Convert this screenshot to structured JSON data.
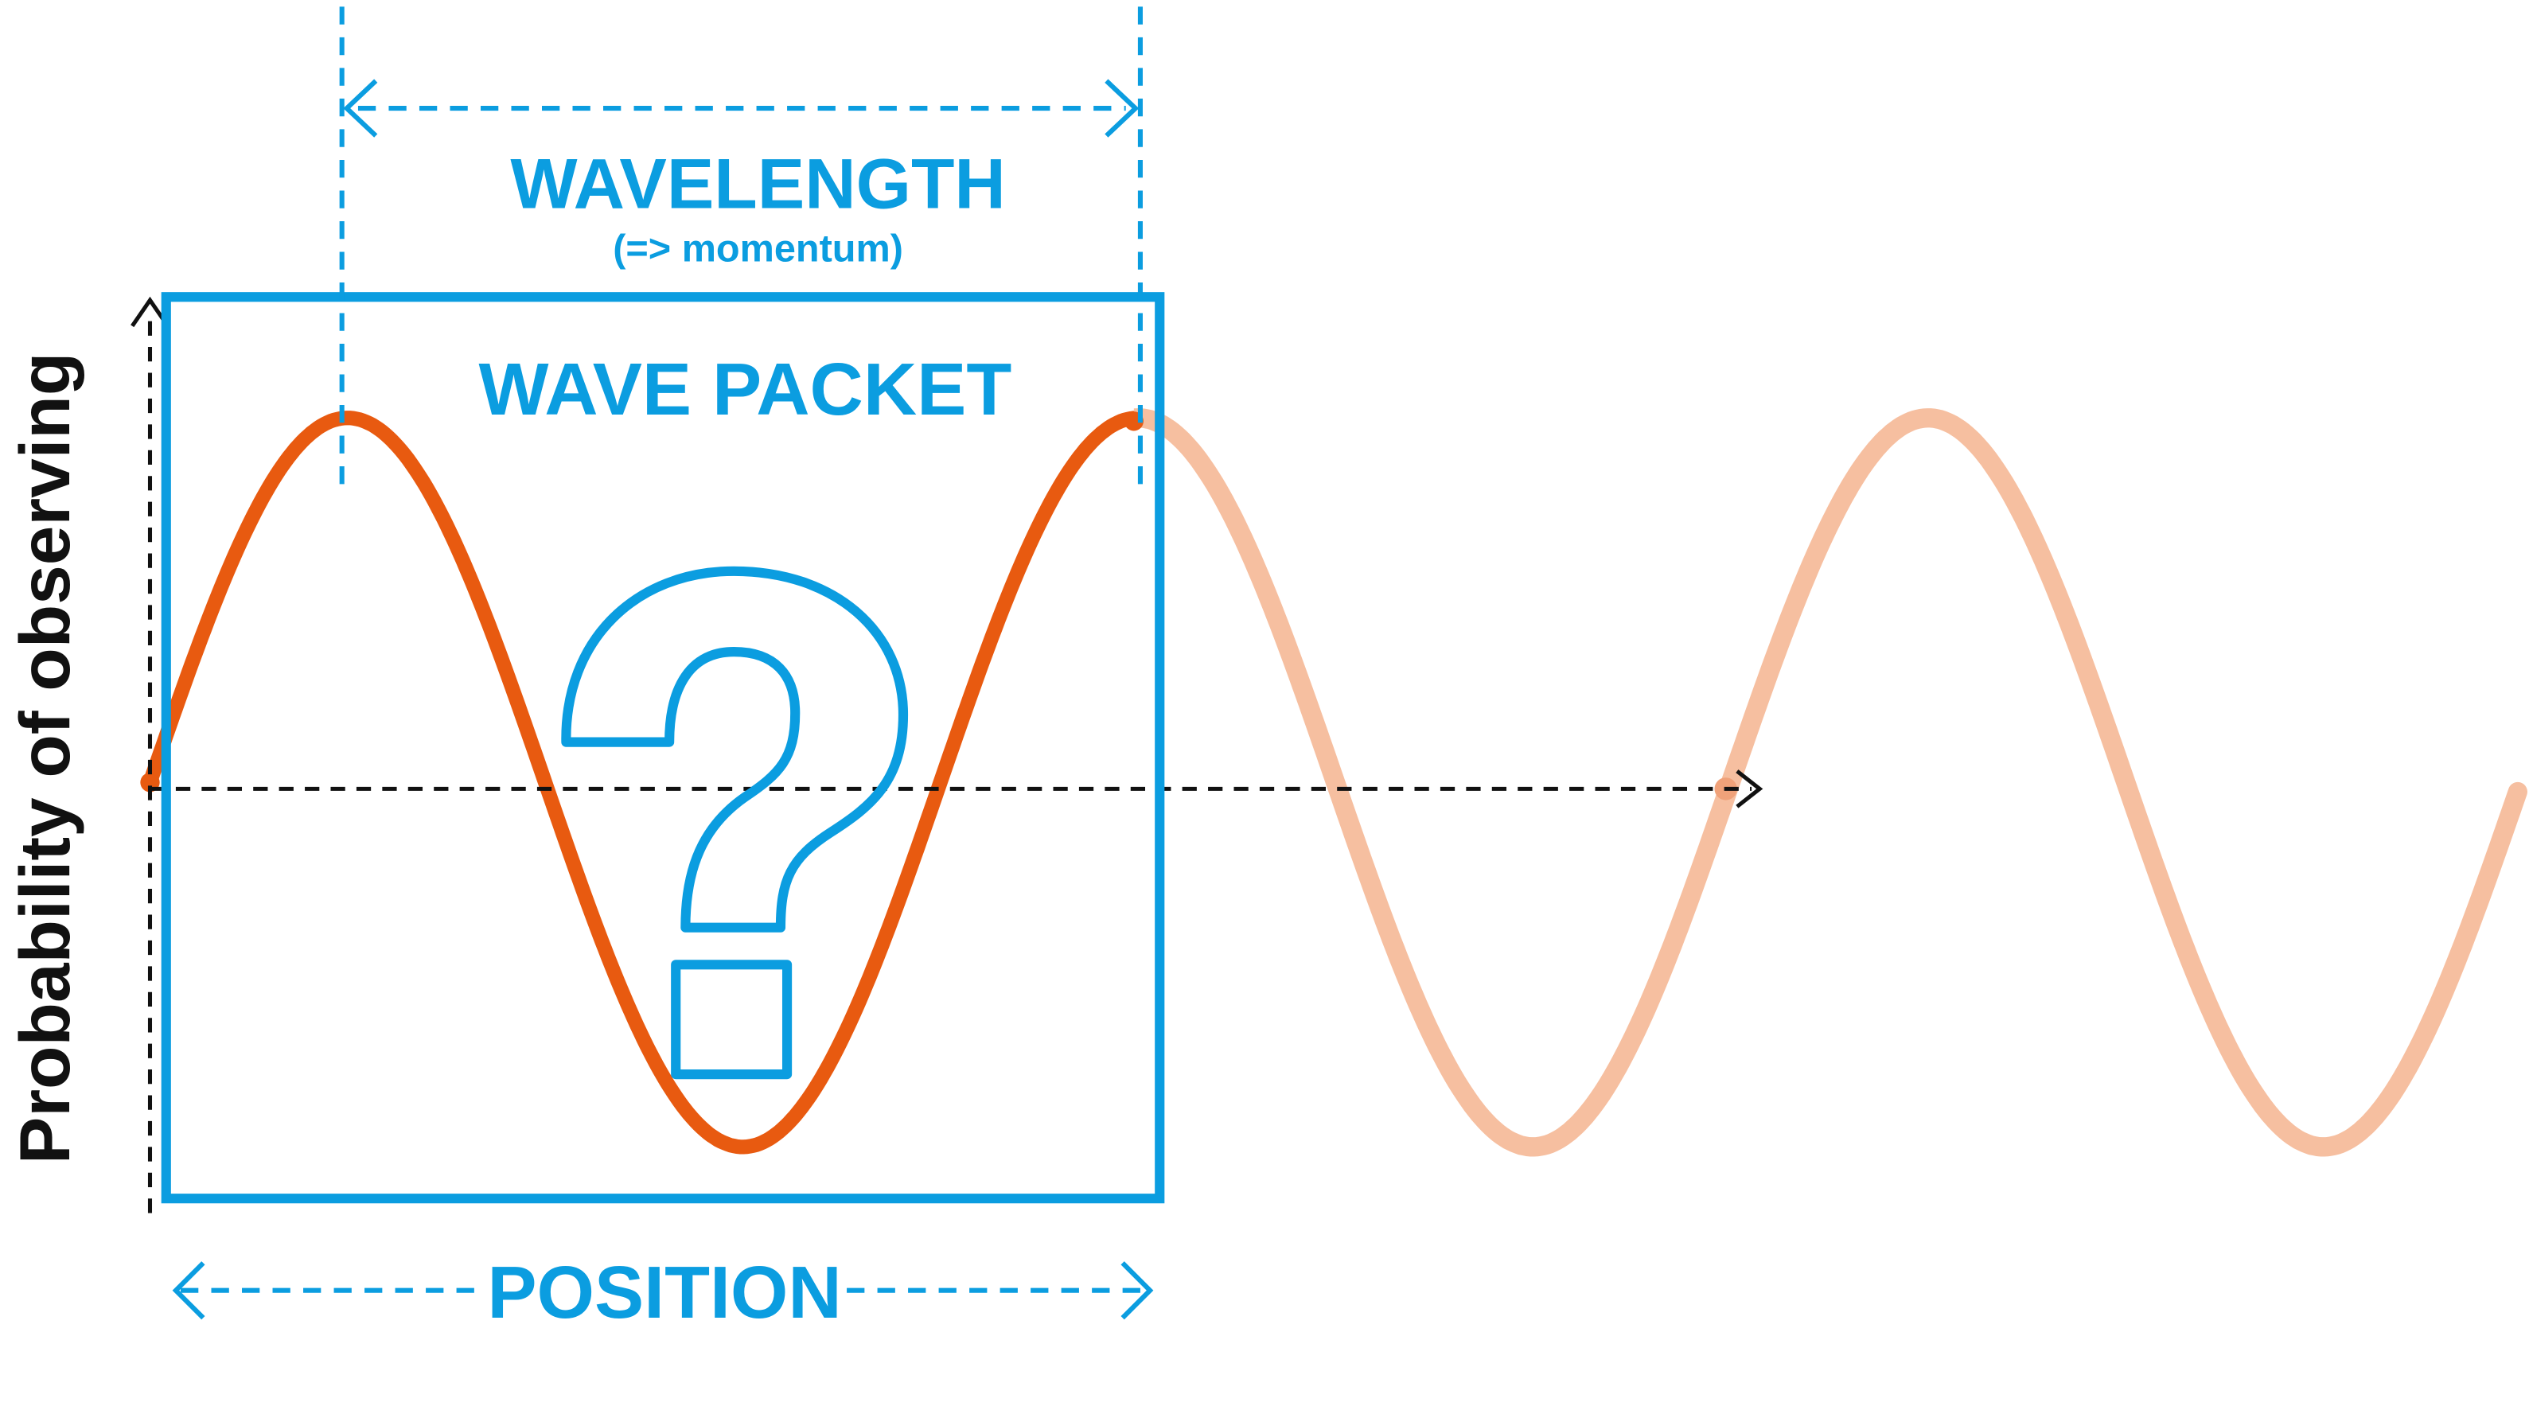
{
  "y_axis_label": "Probability of observing",
  "wavelength_label": "WAVELENGTH",
  "wavelength_sublabel": "(=> momentum)",
  "wave_packet_label": "WAVE PACKET",
  "position_label": "POSITION",
  "colors": {
    "accent_blue": "#0B9DE0",
    "wave_orange": "#E85A10",
    "wave_faded": "#F6BFA0",
    "axis": "#111111"
  }
}
